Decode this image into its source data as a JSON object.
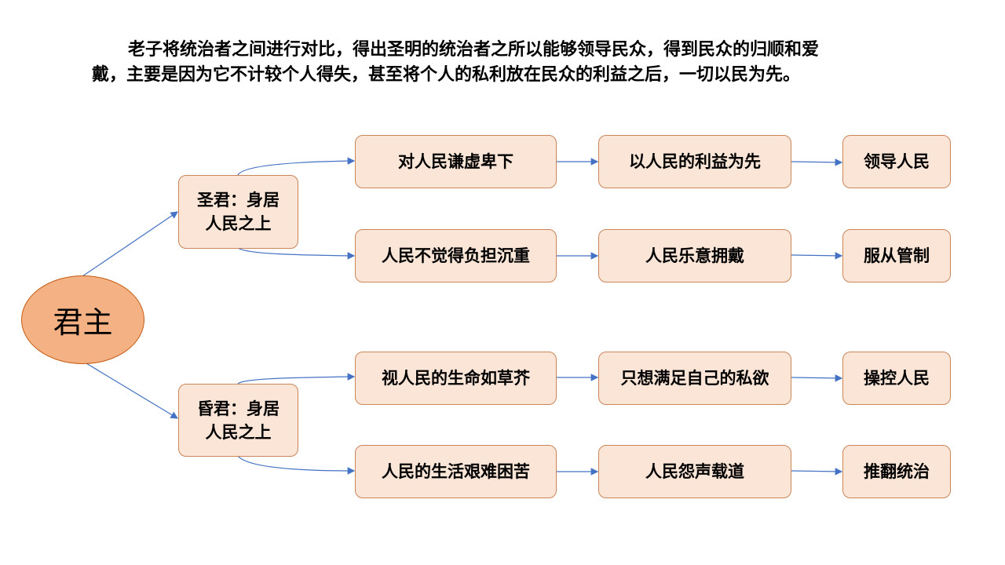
{
  "intro": {
    "line1": "老子将统治者之间进行对比，得出圣明的统治者之所以能够领导民众，得到民众的归顺和爱",
    "line2": "戴，主要是因为它不计较个人得失，甚至将个人的私利放在民众的利益之后，一切以民为先。"
  },
  "root": "君主",
  "branches": [
    {
      "label_line1": "圣君：身居",
      "label_line2": "人民之上",
      "paths": [
        {
          "step1": "对人民谦虚卑下",
          "step2": "以人民的利益为先",
          "result": "领导人民"
        },
        {
          "step1": "人民不觉得负担沉重",
          "step2": "人民乐意拥戴",
          "result": "服从管制"
        }
      ]
    },
    {
      "label_line1": "昏君：身居",
      "label_line2": "人民之上",
      "paths": [
        {
          "step1": "视人民的生命如草芥",
          "step2": "只想满足自己的私欲",
          "result": "操控人民"
        },
        {
          "step1": "人民的生活艰难困苦",
          "step2": "人民怨声载道",
          "result": "推翻统治"
        }
      ]
    }
  ],
  "colors": {
    "box_fill": "#FBE5D6",
    "root_fill": "#F4B183",
    "arrow": "#4472C4"
  }
}
